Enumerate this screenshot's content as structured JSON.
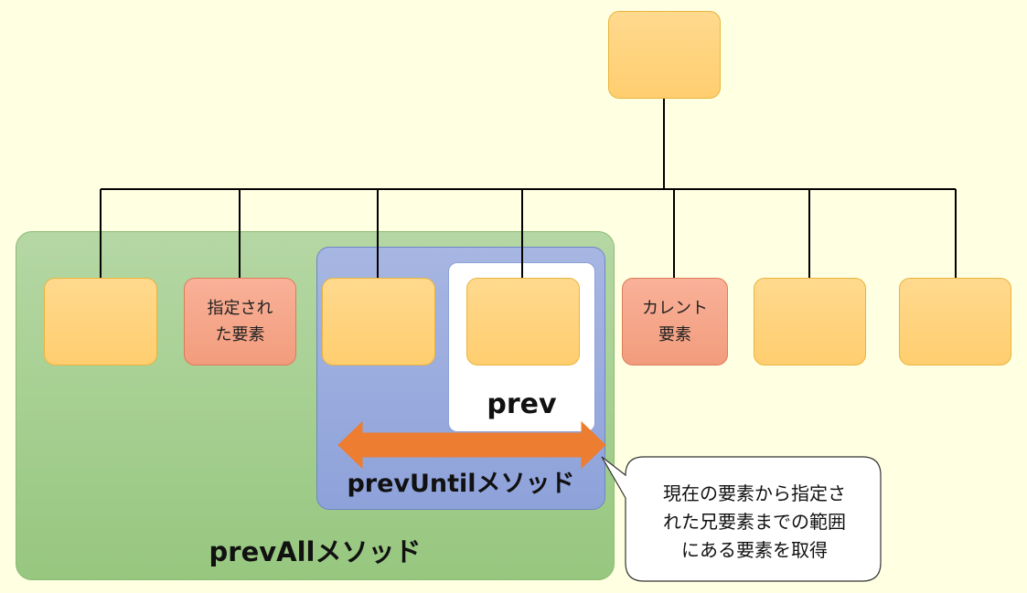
{
  "regions": {
    "prev_all_label": "prevAllメソッド",
    "prev_until_label": "prevUntilメソッド",
    "prev_label": "prev"
  },
  "nodes": {
    "specified_element": "指定され\nた要素",
    "current_element": "カレント\n要素"
  },
  "callout": {
    "text": "現在の要素から指定さ\nれた兄要素までの範囲\nにある要素を取得"
  },
  "colors": {
    "background": "#FFFFE1",
    "node_fill": "#FFD98E",
    "highlight_node_fill": "#F29C7D",
    "prev_all_region": "#A9D18E",
    "prev_until_region": "#8FA4DB",
    "arrow": "#ED7D31"
  }
}
